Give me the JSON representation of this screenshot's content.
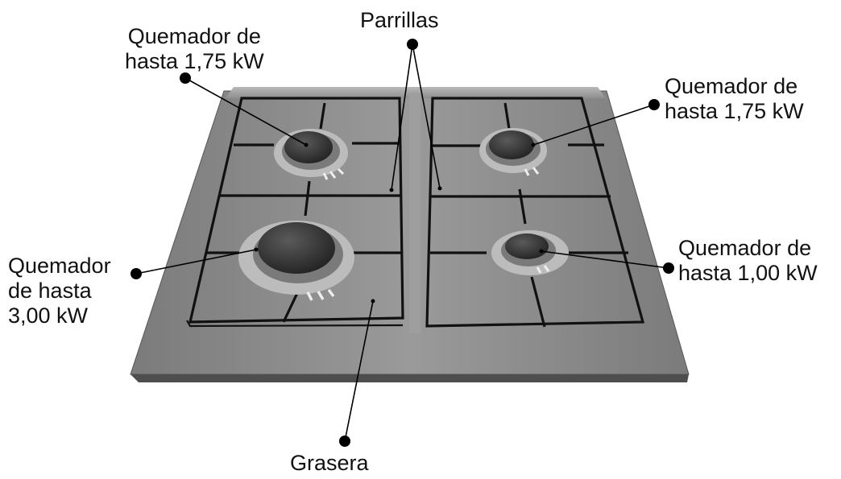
{
  "labels": {
    "parrillas": "Parrillas",
    "grasera": "Grasera",
    "top_left_burner": [
      "Quemador de",
      "hasta 1,75 kW"
    ],
    "top_right_burner": [
      "Quemador de",
      "hasta 1,75 kW"
    ],
    "bottom_left_burner": [
      "Quemador",
      "de hasta",
      "3,00 kW"
    ],
    "bottom_right_burner": [
      "Quemador de",
      "hasta 1,00 kW"
    ]
  },
  "colors": {
    "hob_top": "#8c8c8c",
    "hob_edge": "#6a6a6a",
    "grate": "#111111",
    "burner_cap": "#2f2f2f",
    "burner_ring": "#b9b9b9",
    "leader": "#000000"
  }
}
